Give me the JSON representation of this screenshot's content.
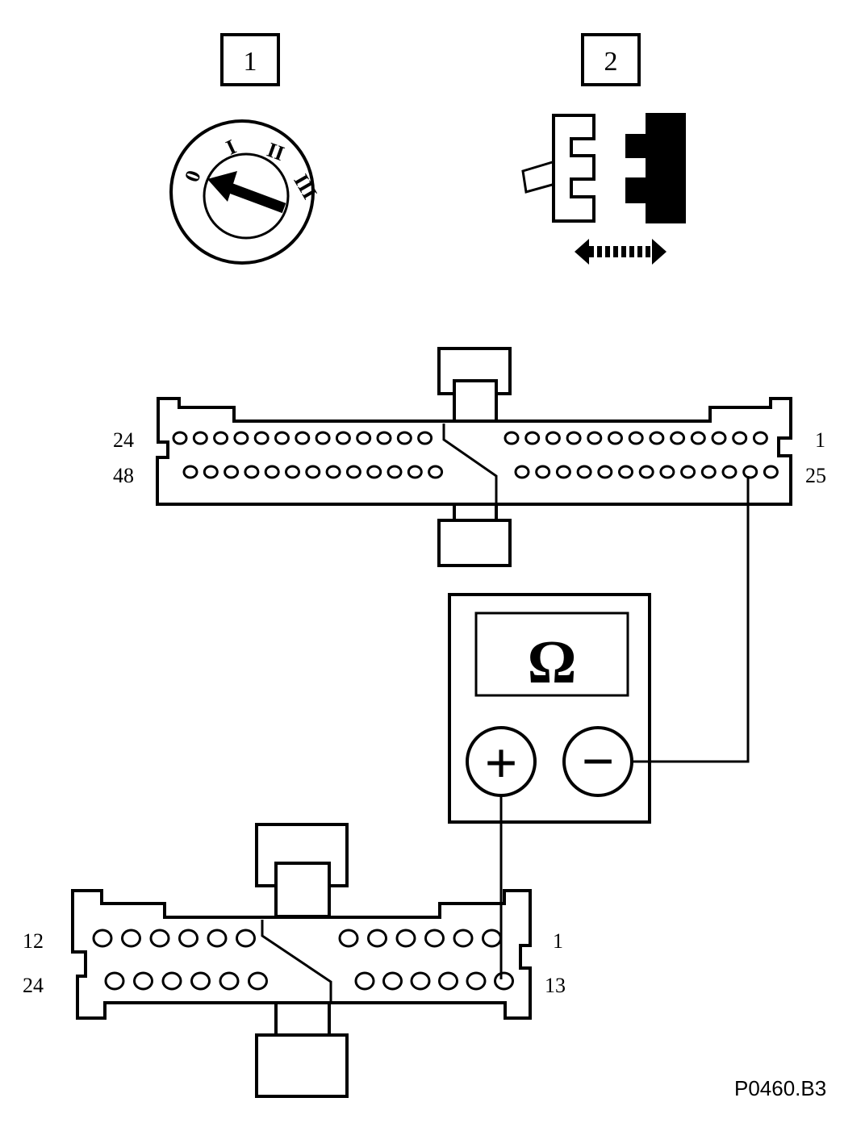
{
  "steps": {
    "one": "1",
    "two": "2"
  },
  "ignition": {
    "positions": [
      "0",
      "I",
      "II",
      "III"
    ]
  },
  "connector_top": {
    "row1_left_label": "24",
    "row1_right_label": "1",
    "row2_left_label": "48",
    "row2_right_label": "25"
  },
  "connector_bottom": {
    "row1_left_label": "12",
    "row1_right_label": "1",
    "row2_left_label": "24",
    "row2_right_label": "13"
  },
  "meter": {
    "display": "Ω",
    "positive": "+",
    "negative": "−"
  },
  "reference": "P0460.B3",
  "colors": {
    "line": "#000000",
    "background": "#ffffff"
  }
}
